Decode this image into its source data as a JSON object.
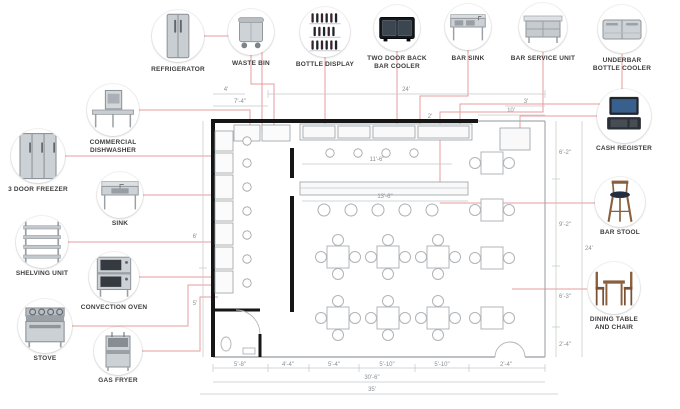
{
  "callouts": {
    "top": [
      {
        "label": "REFRIGERATOR"
      },
      {
        "label": "WASTE BIN"
      },
      {
        "label": "BOTTLE DISPLAY"
      },
      {
        "label": "TWO DOOR BACK BAR COOLER"
      },
      {
        "label": "BAR SINK"
      },
      {
        "label": "BAR SERVICE UNIT"
      },
      {
        "label": "UNDERBAR BOTTLE COOLER"
      }
    ],
    "left": [
      {
        "label": "COMMERCIAL DISHWASHER"
      },
      {
        "label": "3 DOOR FREEZER"
      },
      {
        "label": "SINK"
      },
      {
        "label": "SHELVING UNIT"
      },
      {
        "label": "CONVECTION OVEN"
      },
      {
        "label": "STOVE"
      },
      {
        "label": "GAS FRYER"
      }
    ],
    "right": [
      {
        "label": "CASH REGISTER"
      },
      {
        "label": "BAR STOOL"
      },
      {
        "label": "DINING TABLE AND CHAIR"
      }
    ]
  },
  "dims": {
    "top": [
      "24'",
      "7'-4\"",
      "2'",
      "3'",
      "10'",
      "4'"
    ],
    "interior": [
      "11'-6\"",
      "13'-6\""
    ],
    "left": [
      "6'",
      "5'"
    ],
    "right": [
      "6'-2\"",
      "9'-2\"",
      "6'-3\"",
      "2'-4\"",
      "24'"
    ],
    "bottom": [
      "5'-8\"",
      "4'-4\"",
      "5'-4\"",
      "5'-10\"",
      "5'-10\"",
      "2'-4\"",
      "30'-6\"",
      "35'"
    ]
  },
  "colors": {
    "leader": "#e79c9c",
    "wall": "#161616",
    "thin_line": "#a7abb0",
    "stainless": "#ccd1d5"
  }
}
